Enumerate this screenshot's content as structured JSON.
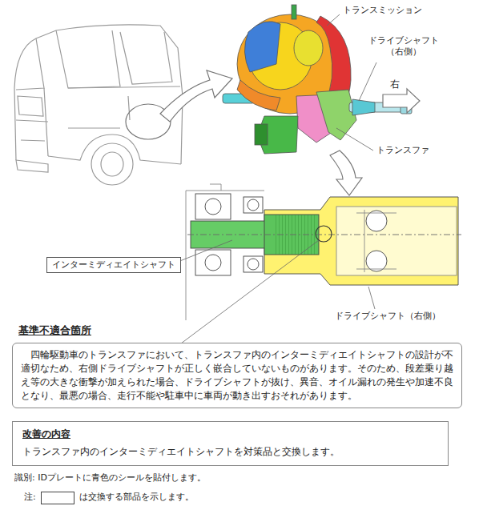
{
  "diagram": {
    "nodes": [
      {
        "text": [
          "インターミディエイトシャフト"
        ]
      },
      {
        "text": [
          "基準不適合箇所",
          "四輪駆動車のトランスファにおいて、トランスファ内のインターミディエイトシャフトの設計が不適切なため、右側ドライブシャフトが正しく嵌合していないものがあります。そのため、段差乗り越え等の大きな衝撃が加えられた場合、ドライブシャフトが抜け、異音、オイル漏れの発生や加速不良となり、最悪の場合、走行不能や駐車中に車両が動き出すおそれがあります。"
        ]
      },
      {
        "text": [
          "改善の内容",
          "トランスファ内のインターミディエイトシャフトを対策品と交換します。"
        ]
      }
    ],
    "labels": [
      "トランスミッション",
      "ドライブシャフト（右側）",
      "右",
      "トランスファ",
      "ドライブシャフト（右側）",
      "識別: IDプレートに青色のシールを貼付します。",
      "注:",
      "は交換する部品を示します。"
    ]
  }
}
